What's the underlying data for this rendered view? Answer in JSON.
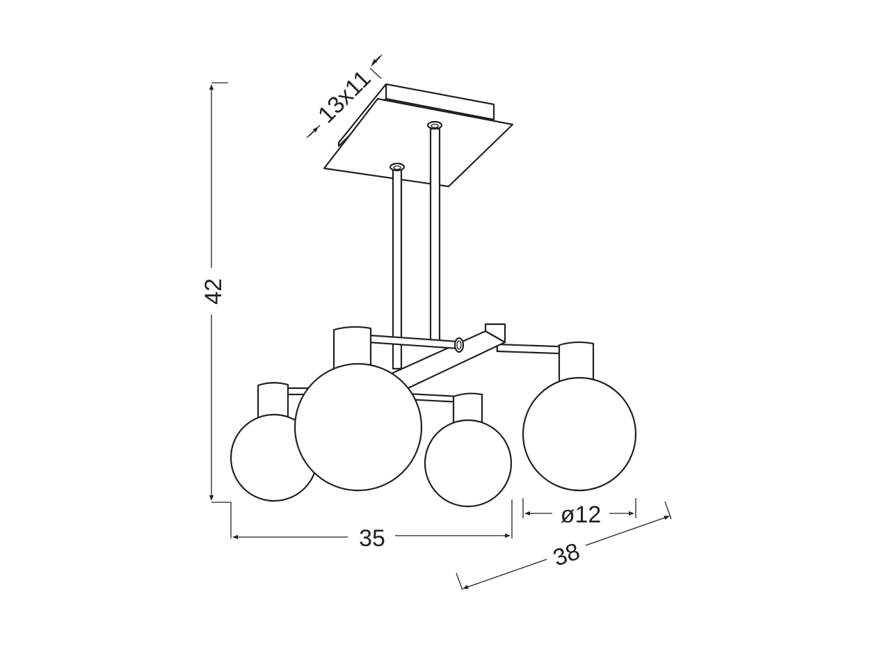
{
  "dimensions": {
    "height_label": "42",
    "canopy_label": "13x11",
    "width_label": "35",
    "depth_label": "38",
    "shade_diameter_label": "ø12"
  },
  "colors": {
    "line": "#231f20",
    "background": "#ffffff"
  }
}
